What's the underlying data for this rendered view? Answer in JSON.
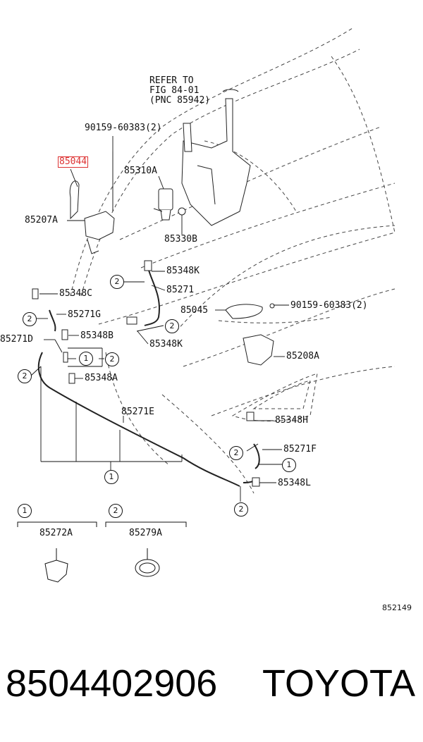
{
  "diagram": {
    "refer_note": [
      "REFER TO",
      "FIG 84-01",
      "(PNC 85942)"
    ],
    "labels": {
      "bolt_top": "90159-60383(2)",
      "highlighted_part": "85044",
      "motor": "85310A",
      "bracket_left": "85207A",
      "grommet": "85330B",
      "nozzle_k1": "85348K",
      "hose_271": "85271",
      "nozzle_c": "85348C",
      "hose_g": "85271G",
      "bracket_85045": "85045",
      "bolt_right": "90159-60383(2)",
      "nozzle_b": "85348B",
      "nozzle_k2": "85348K",
      "hose_d": "85271D",
      "bracket_208": "85208A",
      "nozzle_a": "85348A",
      "hose_e": "85271E",
      "nozzle_h": "85348H",
      "hose_f": "85271F",
      "nozzle_l": "85348L"
    },
    "callout_1": "1",
    "callout_2": "2",
    "legend": [
      {
        "marker": "1",
        "part": "85272A"
      },
      {
        "marker": "2",
        "part": "85279A"
      }
    ],
    "diagram_id": "852149"
  },
  "footer": {
    "part_number": "8504402906",
    "brand": "TOYOTA"
  }
}
